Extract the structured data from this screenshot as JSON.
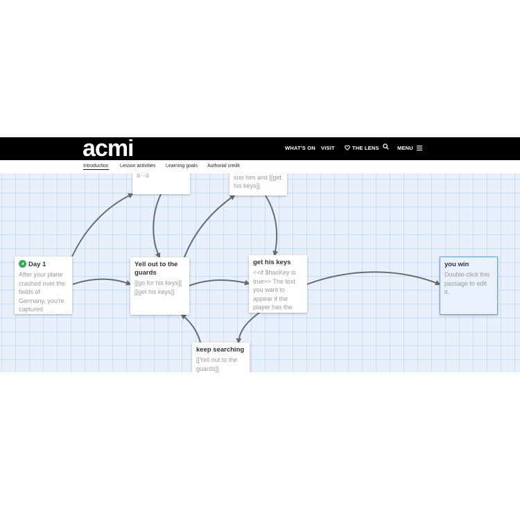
{
  "header": {
    "logo_text": "acmi",
    "nav": {
      "whats_on": "WHAT'S ON",
      "visit": "VISIT",
      "the_lens": "THE LENS",
      "menu": "MENU"
    }
  },
  "tabs": [
    {
      "label": "Introduction",
      "active": true
    },
    {
      "label": "Lesson activities",
      "active": false
    },
    {
      "label": "Learning goals",
      "active": false
    },
    {
      "label": "Authorial credit",
      "active": false
    }
  ],
  "passages": {
    "top_left": {
      "title": "",
      "body": "[[...]]"
    },
    "top_mid": {
      "title": "",
      "body": "you manage to sun him and [[get his keys]]."
    },
    "day1": {
      "title": "Day 1",
      "body": "After your plane crashed over the fields of Germany, you're captured"
    },
    "yell": {
      "title": "Yell out to the guards",
      "body": "[[go for his keys]] [[get his keys]]"
    },
    "keys": {
      "title": "get his keys",
      "body": "<<if $hasKey is true>> The text you want to appear if the player has the"
    },
    "win": {
      "title": "you win",
      "body": "Double-click this passage to edit it."
    },
    "search": {
      "title": "keep searching",
      "body": "[[Yell out to the guards]]"
    }
  },
  "colors": {
    "header_bg": "#000000",
    "canvas_bg": "#e7f0fb",
    "grid": "#c9dcf1",
    "arrow": "#6b6b6b",
    "start_icon": "#2eae4f",
    "selected_border": "#6aa0dc"
  }
}
